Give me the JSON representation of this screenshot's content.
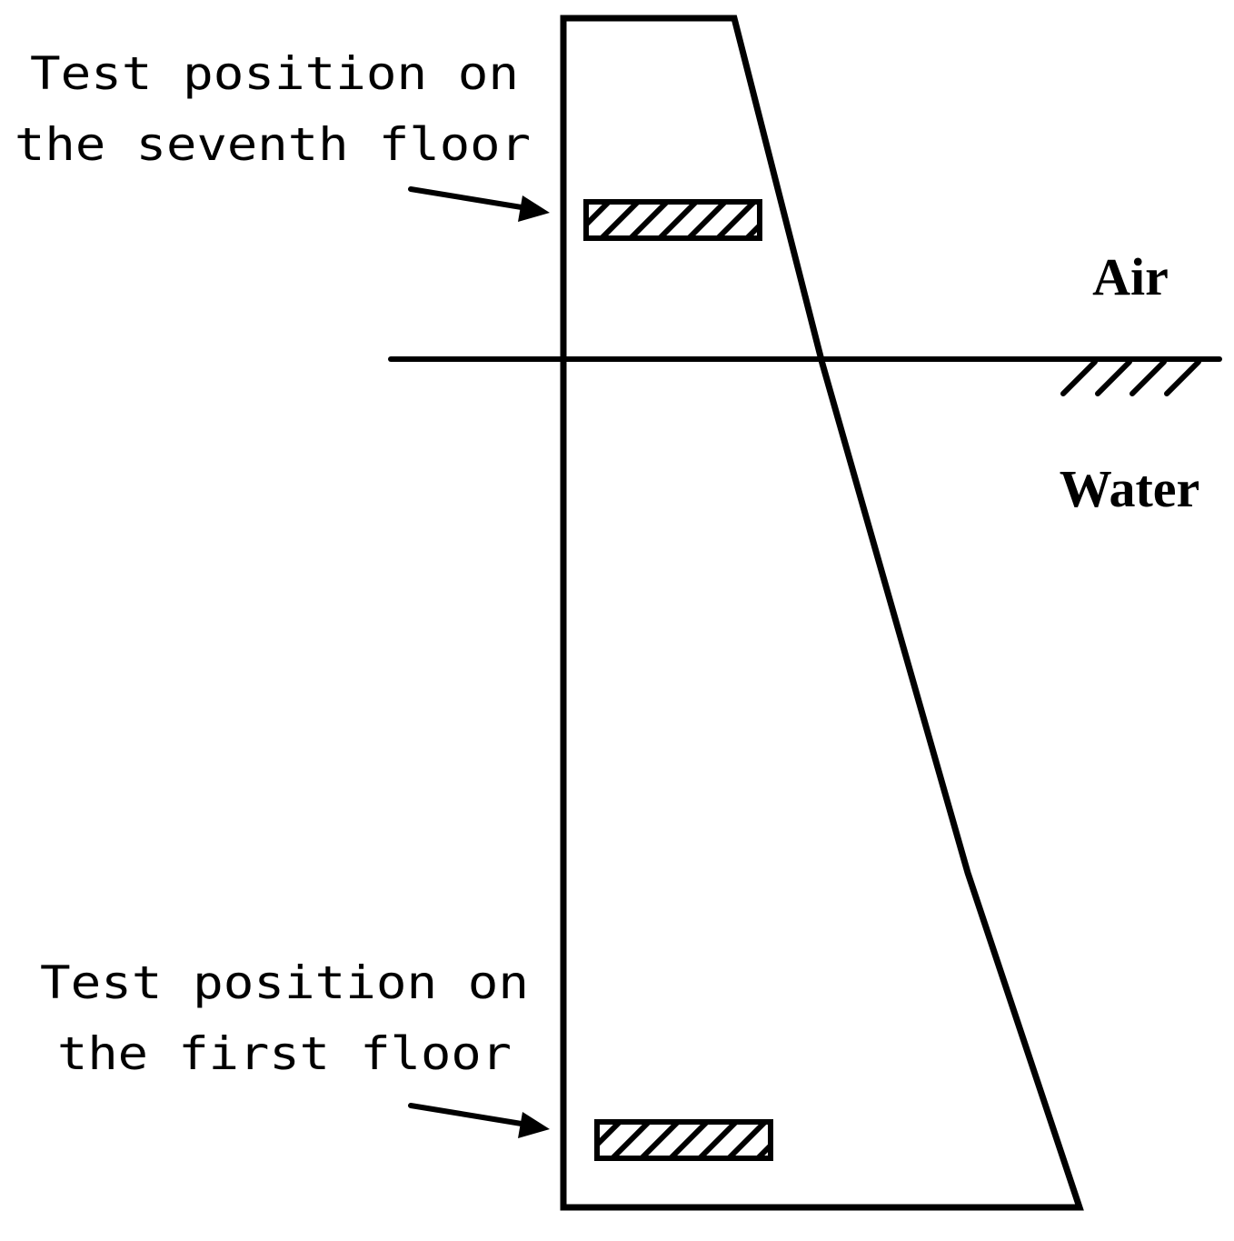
{
  "labels": {
    "seventh_floor_line1": "Test position on",
    "seventh_floor_line2": "the seventh floor",
    "first_floor_line1": "Test position on",
    "first_floor_line2": "the first floor",
    "air": "Air",
    "water": "Water"
  },
  "colors": {
    "stroke": "#000000",
    "background": "#ffffff"
  }
}
